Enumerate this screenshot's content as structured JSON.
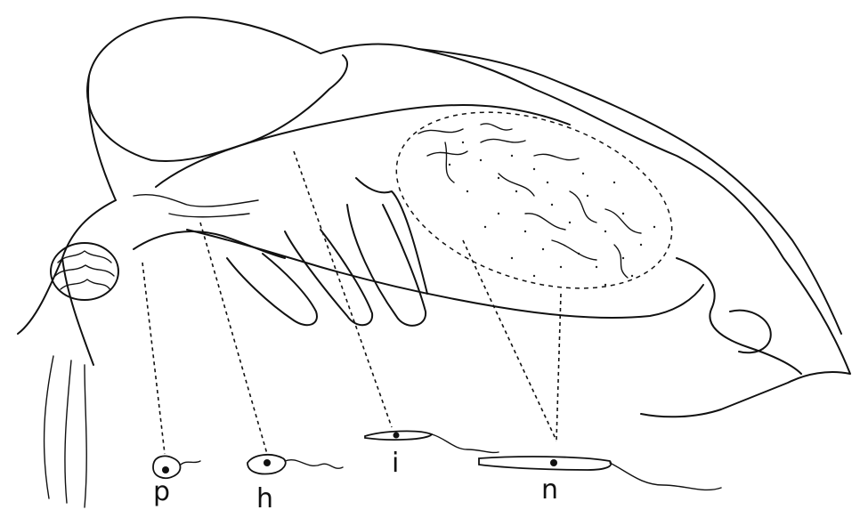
{
  "figure": {
    "labels": {
      "p": "p",
      "h": "h",
      "i": "i",
      "n": "n"
    }
  }
}
